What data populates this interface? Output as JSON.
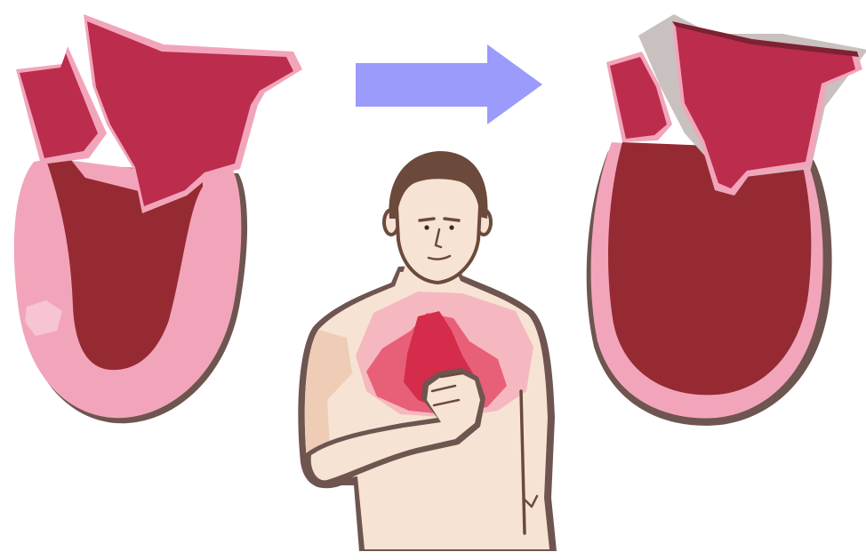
{
  "illustration": {
    "panels": [
      {
        "id": "normal-heart",
        "condition": "normal"
      },
      {
        "id": "enlarged-heart",
        "condition": "dilated"
      }
    ],
    "arrow": {
      "direction": "right",
      "color": "#9b9bfb"
    },
    "figure": {
      "gesture": "hand-on-chest",
      "pain_highlight": "chest"
    }
  },
  "colors": {
    "heart_wall": "#f2a5ba",
    "heart_chamber": "#962a33",
    "vessel": "#bb2c4d",
    "outline": "#6e5550",
    "skin": "#f7e3d3",
    "skin_shadow": "#eeccb5",
    "hair": "#6b4a3c",
    "pain_glow": "#f6b8c0",
    "pain_mid": "#e86078",
    "pain_core": "#d42c4a",
    "arrow": "#9b9bfb"
  }
}
